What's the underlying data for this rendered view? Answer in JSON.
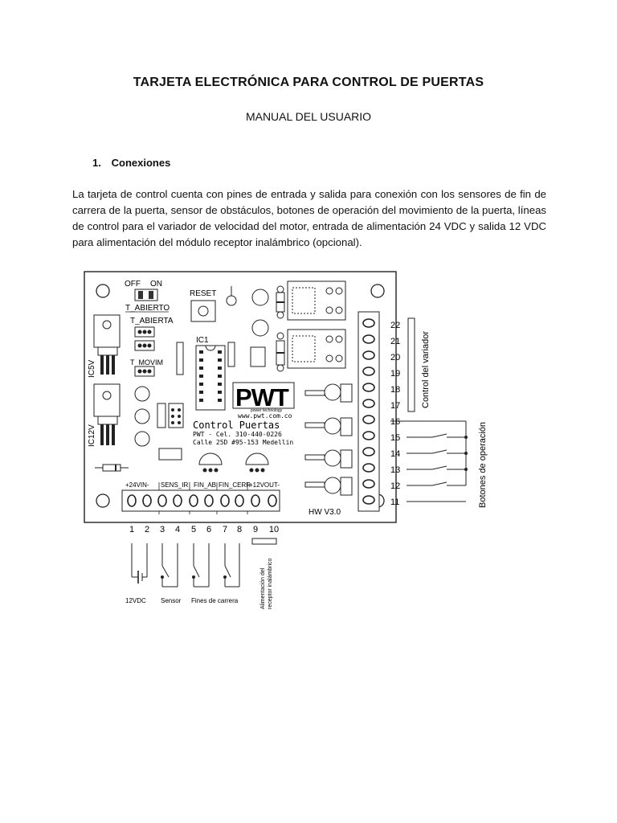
{
  "document": {
    "title": "TARJETA ELECTRÓNICA PARA CONTROL DE PUERTAS",
    "subtitle": "MANUAL DEL USUARIO",
    "section_number": "1.",
    "section_title": "Conexiones",
    "paragraph": "La tarjeta de control cuenta con pines de entrada y salida para conexión con los sensores de fin de carrera de la puerta, sensor de obstáculos, botones de operación del movimiento de la puerta, líneas de control para el variador de velocidad del motor, entrada de alimentación 24 VDC y salida 12 VDC para alimentación del módulo receptor inalámbrico (opcional)."
  },
  "board": {
    "switch_off": "OFF",
    "switch_on": "ON",
    "t_abierto": "T_ABIERTO",
    "t_abierta": "T_ABIERTA",
    "t_movim": "T_MOVIM",
    "reset": "RESET",
    "ic1": "IC1",
    "ic5v": "IC5V",
    "ic12v": "IC12V",
    "logo": "PWT",
    "logo_sub": "power technology",
    "website": "www.pwt.com.co",
    "product": "Control Puertas",
    "phone": "PWT - Cel. 310-440-0226",
    "address": "Calle 25D #95-153 Medellin",
    "hw_version": "HW V3.0",
    "bottom_labels": [
      "+24VIN-",
      "SENS_IR",
      "FIN_AB",
      "FIN_CERR",
      "+12VOUT-"
    ],
    "bottom_pins": [
      "1",
      "2",
      "3",
      "4",
      "5",
      "6",
      "7",
      "8",
      "9",
      "10"
    ],
    "right_pins": [
      "22",
      "21",
      "20",
      "19",
      "18",
      "17",
      "16",
      "15",
      "14",
      "13",
      "12",
      "11"
    ],
    "caption_12vdc": "12VDC",
    "caption_sensor": "Sensor",
    "caption_fines": "Fines de carrera",
    "caption_alim_line1": "Alimentación del",
    "caption_alim_line2": "receptor inalámbrico",
    "control_variador": "Control del variador",
    "botones_operacion": "Botones de operación"
  }
}
